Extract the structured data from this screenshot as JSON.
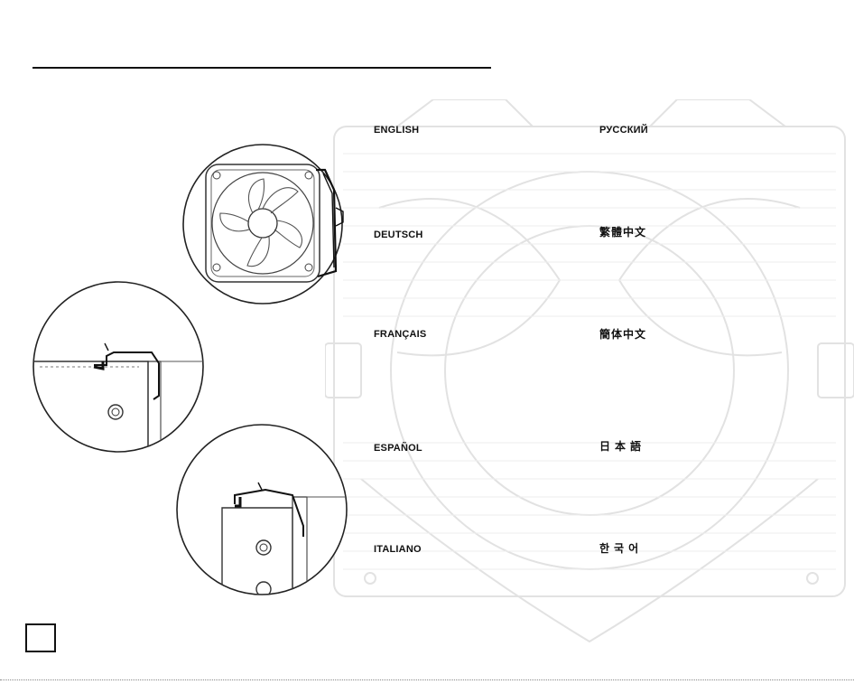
{
  "languages": {
    "col1": [
      "ENGLISH",
      "DEUTSCH",
      "FRANÇAIS",
      "ESPAÑOL",
      "ITALIANO"
    ],
    "col2": [
      "РУССКИЙ",
      "繁體中文",
      "簡体中文",
      "日本語",
      "한국어"
    ]
  },
  "colors": {
    "line": "#111111",
    "ghost": "#e6e6e6",
    "diagram_stroke": "#222222"
  },
  "icons": {
    "fan": "fan-with-clip-diagram",
    "clip_step1": "clip-hook-detail-diagram",
    "clip_step2": "clip-attached-detail-diagram",
    "background": "cpu-cooler-ghost-illustration"
  }
}
